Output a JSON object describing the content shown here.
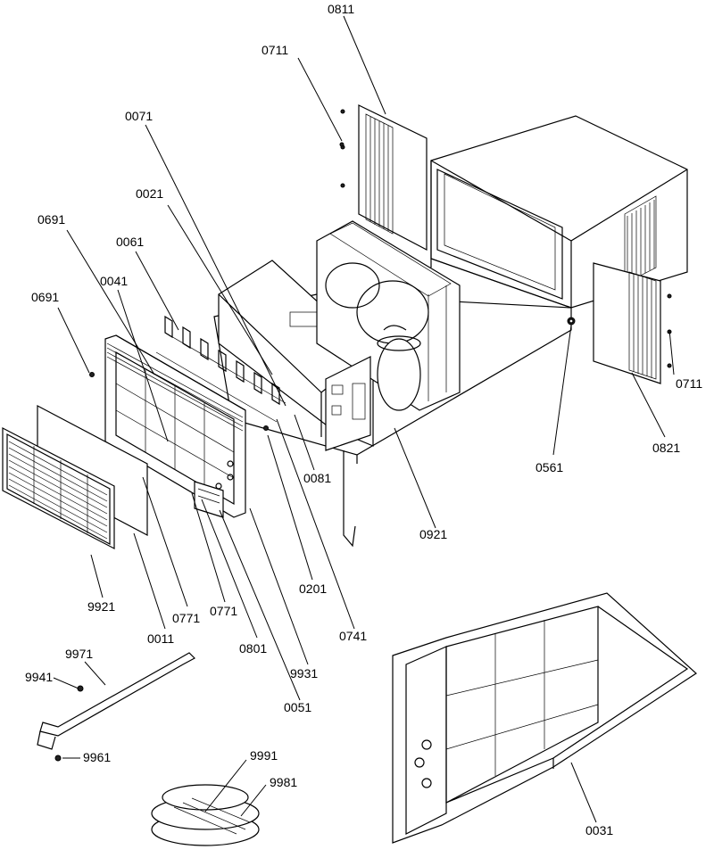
{
  "labels": {
    "p0811": "0811",
    "p0711_top": "0711",
    "p0071": "0071",
    "p0021": "0021",
    "p0691_a": "0691",
    "p0061": "0061",
    "p0041": "0041",
    "p0691_b": "0691",
    "p0711_right": "0711",
    "p0821": "0821",
    "p0561": "0561",
    "p0081": "0081",
    "p0921": "0921",
    "p0201": "0201",
    "p0741": "0741",
    "p9921": "9921",
    "p0771_a": "0771",
    "p0771_b": "0771",
    "p0011": "0011",
    "p0801": "0801",
    "p9931": "9931",
    "p0051": "0051",
    "p9971": "9971",
    "p9941": "9941",
    "p9961": "9961",
    "p9991": "9991",
    "p9981": "9981",
    "p0031": "0031"
  }
}
